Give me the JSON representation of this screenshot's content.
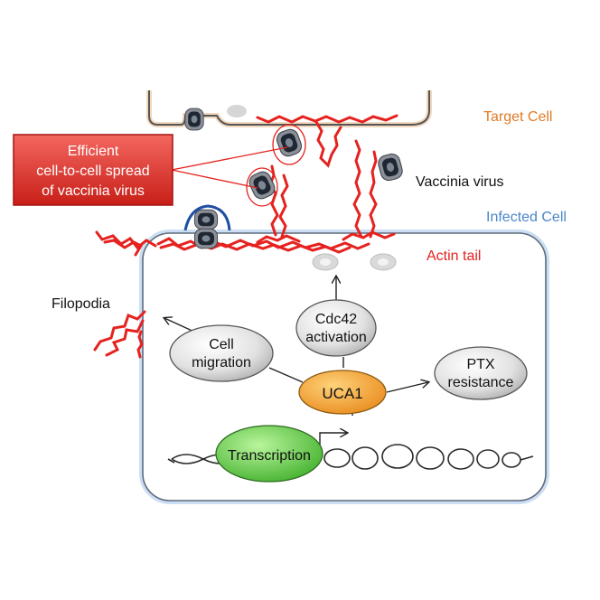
{
  "labels": {
    "target_cell": "Target Cell",
    "infected_cell": "Infected Cell",
    "vaccinia_virus": "Vaccinia virus",
    "actin_tail": "Actin tail",
    "filopodia": "Filopodia",
    "callout_line1": "Efficient",
    "callout_line2": "cell-to-cell spread",
    "callout_line3": "of vaccinia virus"
  },
  "nodes": {
    "cdc42_line1": "Cdc42",
    "cdc42_line2": "activation",
    "cell_migration_line1": "Cell",
    "cell_migration_line2": "migration",
    "uca1": "UCA1",
    "ptx_line1": "PTX",
    "ptx_line2": "resistance",
    "transcription": "Transcription"
  },
  "colors": {
    "target_cell_label": "#e07b26",
    "infected_cell_label": "#4a86c8",
    "actin": "#e5221f",
    "callout_fill": "#e0312b",
    "uca1_fill": "#f5a623",
    "transcription_fill": "#6fcf4f",
    "node_fill": "#dcdcdc",
    "cell_border": "#9fbfe6",
    "virus_dark": "#2f3a4a"
  }
}
